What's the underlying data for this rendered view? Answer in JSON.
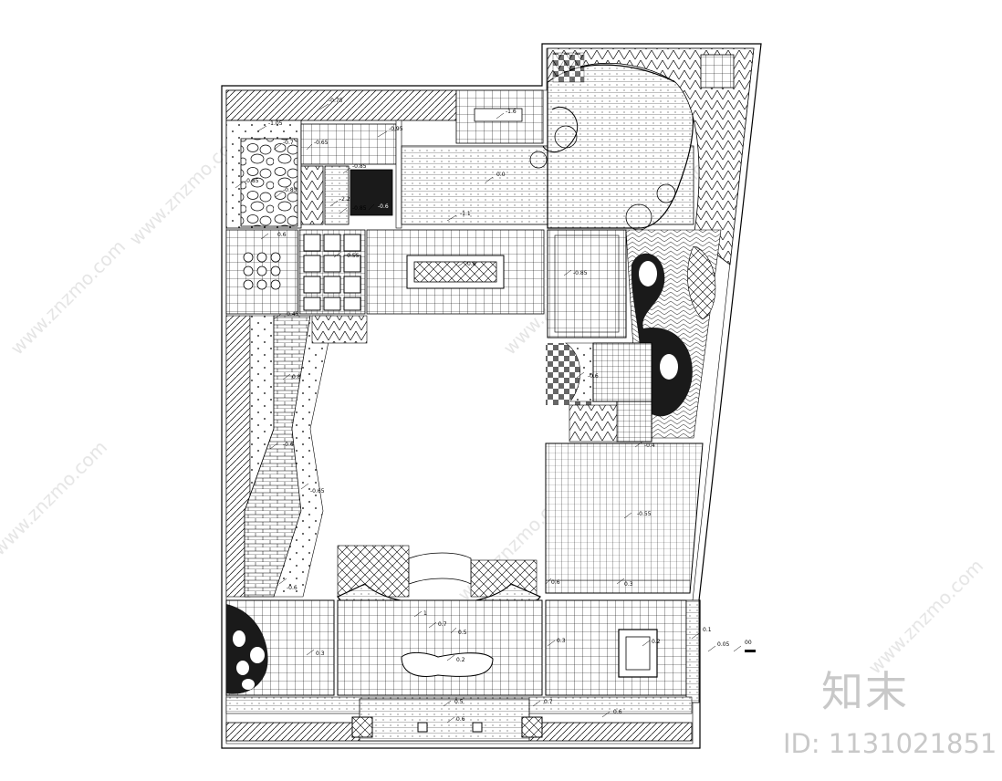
{
  "watermark": {
    "text": "www.znzmo.com",
    "brand": "知末",
    "id_line": "ID: 1131021851"
  },
  "elevations": {
    "top_band": "-0.75",
    "top_left": "-1.05",
    "pebble_a": "-0.7",
    "pebble_b": "-0.65",
    "left_garden": "-0.85",
    "pebble_c": "-0.85",
    "top_terrace": "-0.95",
    "top_terrace_b": "-0.95",
    "small_a": "-0.85",
    "small_b": "-0.85",
    "small_c": "-2.2",
    "small_d": "-0.85",
    "dark_tile": "-0.6",
    "pavilion": "-1.6",
    "pond": "0.0",
    "pond_edge": "-1.1",
    "sq_left": "0.6",
    "grid_nine": "-0.55",
    "center_panel": "0.8",
    "right_tile": "-0.85",
    "left_strip_top": "-0.45",
    "left_path_a": "0.8",
    "left_path_b": "-0.6",
    "left_path_c": "-0.65",
    "left_path_d": "-0.6",
    "right_block_a": "-0.6",
    "right_block_b": "-0.4",
    "right_big_a": "-0.55",
    "right_big_b": "0.6",
    "right_big_c": "0.3",
    "arc_a": "1",
    "arc_b": "0.7",
    "arc_c": "0.5",
    "court_a": "0.3",
    "court_b": "0.2",
    "bottom_left": "0.3",
    "right_bottom_a": "0.3",
    "right_bottom_b": "0.2",
    "right_bottom_c": "0.6",
    "bottom_a": "0.5",
    "bottom_b": "0.6",
    "bottom_c": "0.7",
    "side_a": "0.1",
    "side_b": "0.05",
    "side_c": "00"
  },
  "colors": {
    "line": "#000000",
    "dark_fill": "#1a1a1a",
    "watermark": "#c8c8c8"
  }
}
